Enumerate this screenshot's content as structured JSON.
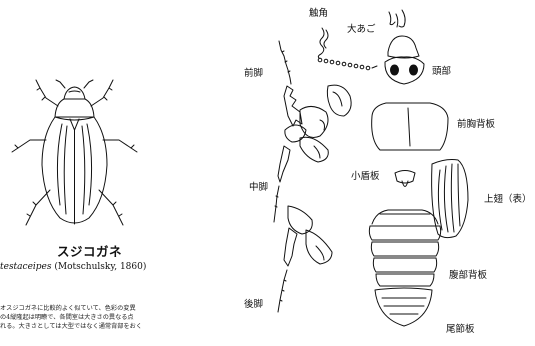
{
  "species": {
    "common_name": "スジコガネ",
    "scientific_name": "testaceipes",
    "authority": "(Motschulsky, 1860)",
    "description_lines": [
      "オスジコガネに比較的よく似ていて、色彩の変異",
      "の4縦隆起は明瞭で、各間室は大きさの異なる点",
      "れる。大きさとしては大型ではなく通常背部をおく"
    ]
  },
  "labels": {
    "antenna": "触角",
    "mandible": "大あご",
    "head": "頭部",
    "foreleg": "前脚",
    "pronotum": "前胸背板",
    "scutellum": "小盾板",
    "midleg": "中脚",
    "elytron": "上翅（表）",
    "abdominal_tergites": "腹部背板",
    "hindleg": "後脚",
    "pygidium": "尾節板"
  }
}
